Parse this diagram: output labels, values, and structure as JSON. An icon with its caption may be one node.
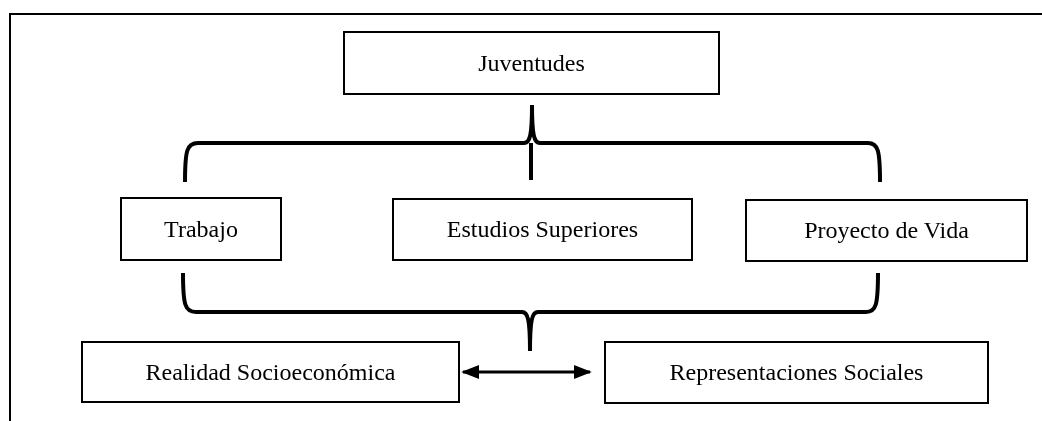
{
  "diagram": {
    "nodes": [
      {
        "text": [
          "Juventudes"
        ]
      },
      {
        "text": [
          "Trabajo"
        ]
      },
      {
        "text": [
          "Estudios Superiores"
        ]
      },
      {
        "text": [
          "Proyecto de Vida"
        ]
      },
      {
        "text": [
          "Realidad Socioeconómica"
        ]
      },
      {
        "text": [
          "Representaciones Sociales"
        ]
      }
    ],
    "edges": [
      {
        "from": 4,
        "to": 5,
        "arrow": "both"
      }
    ]
  }
}
